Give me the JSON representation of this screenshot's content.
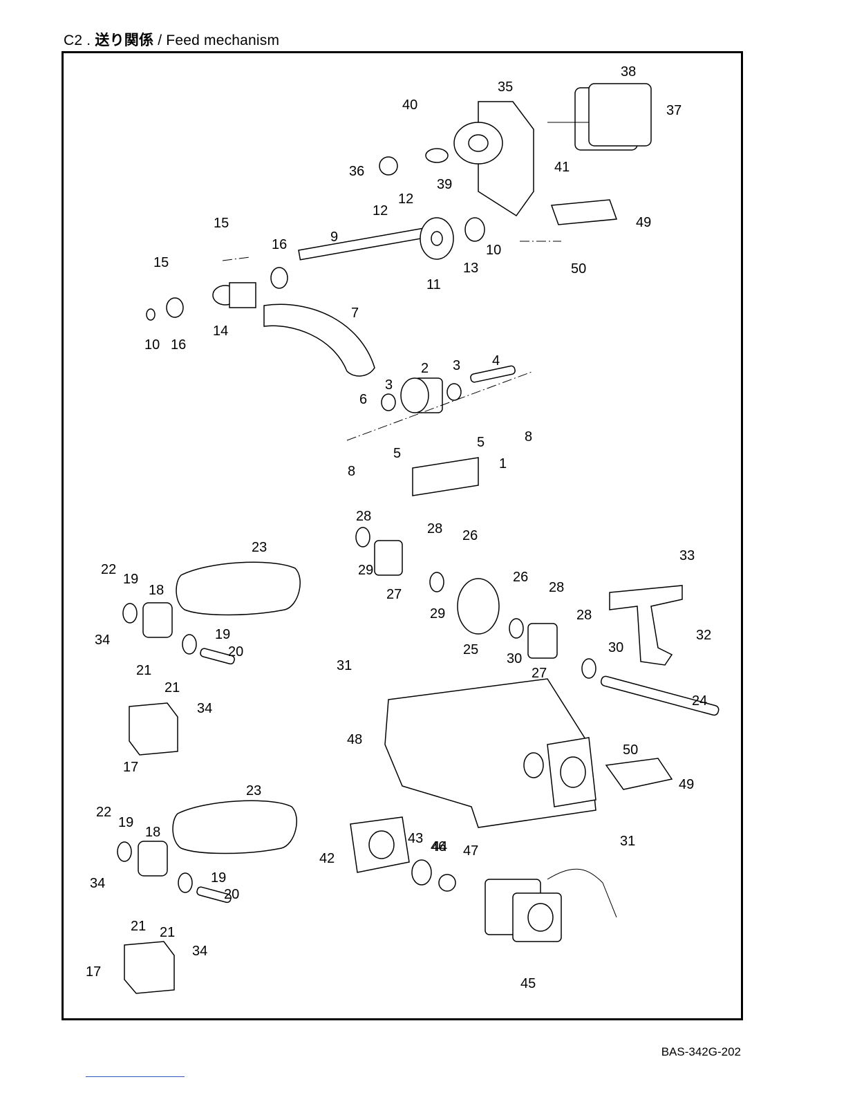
{
  "header": {
    "section": "C2 .",
    "title_jp": "送り関係",
    "title_en": "/ Feed mechanism"
  },
  "footer": {
    "doc_code": "BAS-342G-202"
  },
  "callouts": [
    {
      "id": "c-1",
      "label": "1"
    },
    {
      "id": "c-2",
      "label": "2"
    },
    {
      "id": "c-3a",
      "label": "3"
    },
    {
      "id": "c-3b",
      "label": "3"
    },
    {
      "id": "c-4",
      "label": "4"
    },
    {
      "id": "c-5a",
      "label": "5"
    },
    {
      "id": "c-5b",
      "label": "5"
    },
    {
      "id": "c-6",
      "label": "6"
    },
    {
      "id": "c-7",
      "label": "7"
    },
    {
      "id": "c-8a",
      "label": "8"
    },
    {
      "id": "c-8b",
      "label": "8"
    },
    {
      "id": "c-9",
      "label": "9"
    },
    {
      "id": "c-10a",
      "label": "10"
    },
    {
      "id": "c-10b",
      "label": "10"
    },
    {
      "id": "c-11",
      "label": "11"
    },
    {
      "id": "c-12a",
      "label": "12"
    },
    {
      "id": "c-12b",
      "label": "12"
    },
    {
      "id": "c-13",
      "label": "13"
    },
    {
      "id": "c-14",
      "label": "14"
    },
    {
      "id": "c-15a",
      "label": "15"
    },
    {
      "id": "c-15b",
      "label": "15"
    },
    {
      "id": "c-16a",
      "label": "16"
    },
    {
      "id": "c-16b",
      "label": "16"
    },
    {
      "id": "c-17a",
      "label": "17"
    },
    {
      "id": "c-17b",
      "label": "17"
    },
    {
      "id": "c-18a",
      "label": "18"
    },
    {
      "id": "c-18b",
      "label": "18"
    },
    {
      "id": "c-19a",
      "label": "19"
    },
    {
      "id": "c-19b",
      "label": "19"
    },
    {
      "id": "c-19c",
      "label": "19"
    },
    {
      "id": "c-19d",
      "label": "19"
    },
    {
      "id": "c-20a",
      "label": "20"
    },
    {
      "id": "c-20b",
      "label": "20"
    },
    {
      "id": "c-21a",
      "label": "21"
    },
    {
      "id": "c-21b",
      "label": "21"
    },
    {
      "id": "c-21c",
      "label": "21"
    },
    {
      "id": "c-21d",
      "label": "21"
    },
    {
      "id": "c-22a",
      "label": "22"
    },
    {
      "id": "c-22b",
      "label": "22"
    },
    {
      "id": "c-23a",
      "label": "23"
    },
    {
      "id": "c-23b",
      "label": "23"
    },
    {
      "id": "c-24",
      "label": "24"
    },
    {
      "id": "c-25",
      "label": "25"
    },
    {
      "id": "c-26a",
      "label": "26"
    },
    {
      "id": "c-26b",
      "label": "26"
    },
    {
      "id": "c-27a",
      "label": "27"
    },
    {
      "id": "c-27b",
      "label": "27"
    },
    {
      "id": "c-28a",
      "label": "28"
    },
    {
      "id": "c-28b",
      "label": "28"
    },
    {
      "id": "c-28c",
      "label": "28"
    },
    {
      "id": "c-28d",
      "label": "28"
    },
    {
      "id": "c-29a",
      "label": "29"
    },
    {
      "id": "c-29b",
      "label": "29"
    },
    {
      "id": "c-30a",
      "label": "30"
    },
    {
      "id": "c-30b",
      "label": "30"
    },
    {
      "id": "c-31a",
      "label": "31"
    },
    {
      "id": "c-31b",
      "label": "31"
    },
    {
      "id": "c-32",
      "label": "32"
    },
    {
      "id": "c-33",
      "label": "33"
    },
    {
      "id": "c-34a",
      "label": "34"
    },
    {
      "id": "c-34b",
      "label": "34"
    },
    {
      "id": "c-34c",
      "label": "34"
    },
    {
      "id": "c-34d",
      "label": "34"
    },
    {
      "id": "c-35",
      "label": "35"
    },
    {
      "id": "c-36",
      "label": "36"
    },
    {
      "id": "c-37",
      "label": "37"
    },
    {
      "id": "c-38",
      "label": "38"
    },
    {
      "id": "c-39",
      "label": "39"
    },
    {
      "id": "c-40",
      "label": "40"
    },
    {
      "id": "c-41",
      "label": "41"
    },
    {
      "id": "c-42",
      "label": "42"
    },
    {
      "id": "c-43",
      "label": "43"
    },
    {
      "id": "c-44",
      "label": "44"
    },
    {
      "id": "c-45",
      "label": "45"
    },
    {
      "id": "c-46",
      "label": "46"
    },
    {
      "id": "c-47",
      "label": "47"
    },
    {
      "id": "c-48",
      "label": "48"
    },
    {
      "id": "c-49a",
      "label": "49"
    },
    {
      "id": "c-49b",
      "label": "49"
    },
    {
      "id": "c-50a",
      "label": "50"
    },
    {
      "id": "c-50b",
      "label": "50"
    }
  ]
}
